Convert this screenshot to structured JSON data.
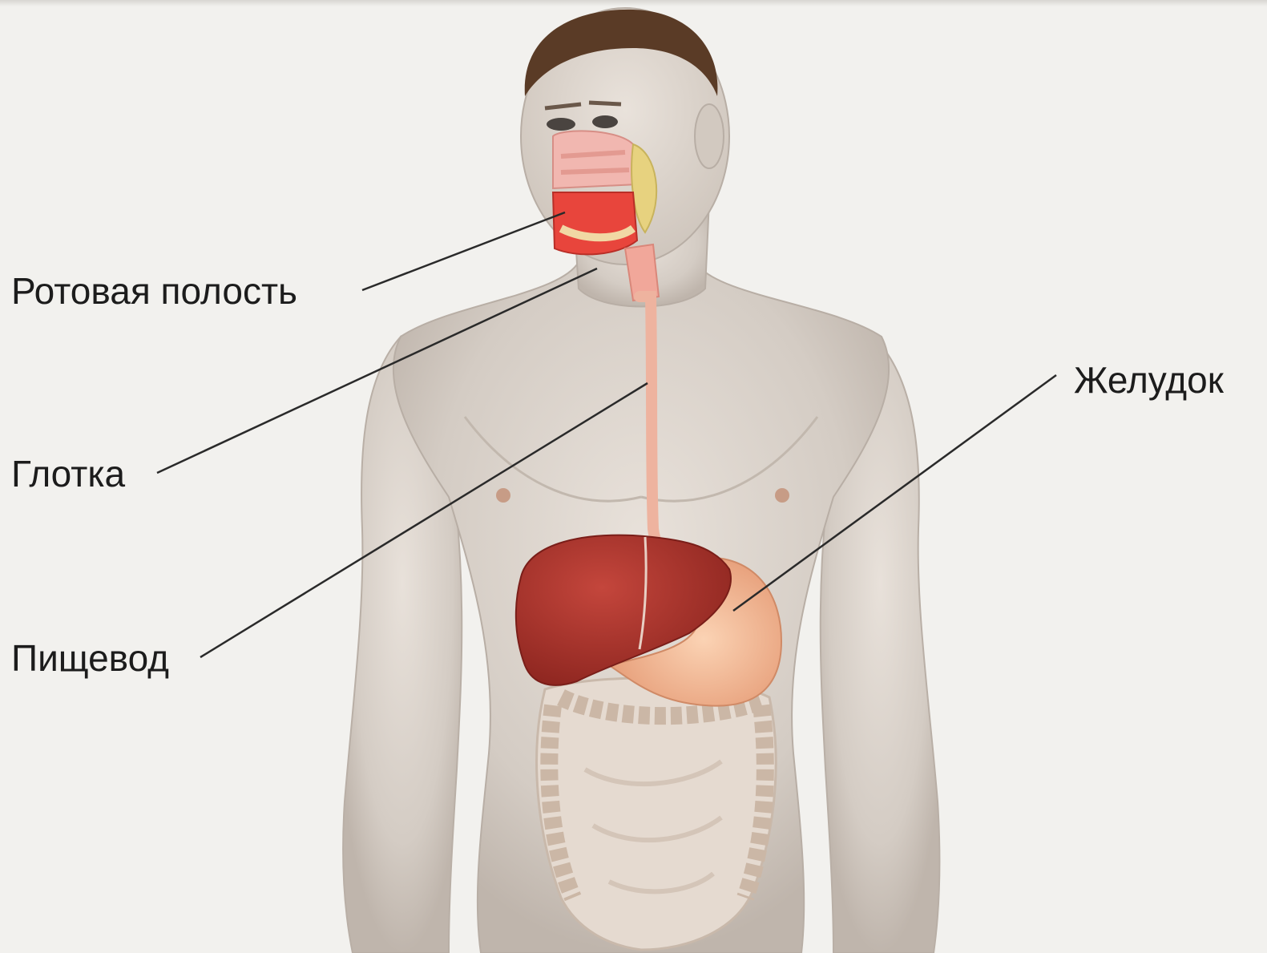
{
  "labels": {
    "mouth": "Ротовая полость",
    "pharynx": "Глотка",
    "esophagus": "Пищевод",
    "stomach": "Желудок"
  },
  "colors": {
    "background": "#f2f1ee",
    "skin": "#d9d2cb",
    "liver": "#a8312a",
    "stomach": "#f0b48e",
    "intestine": "#e3d7cc",
    "esophagus": "#eeb39f",
    "leader_line": "#2a2a2a"
  }
}
